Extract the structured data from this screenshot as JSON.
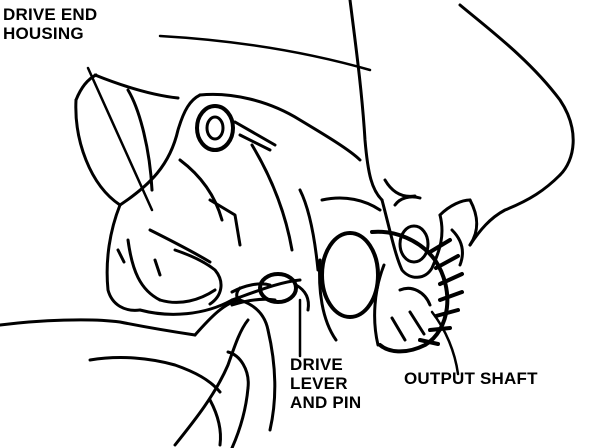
{
  "labels": {
    "drive_end_housing": [
      "DRIVE END",
      "HOUSING"
    ],
    "drive_lever_and_pin": [
      "DRIVE",
      "LEVER",
      "AND PIN"
    ],
    "output_shaft": "OUTPUT SHAFT"
  },
  "colors": {
    "ink": "#000000",
    "paper": "#ffffff"
  }
}
